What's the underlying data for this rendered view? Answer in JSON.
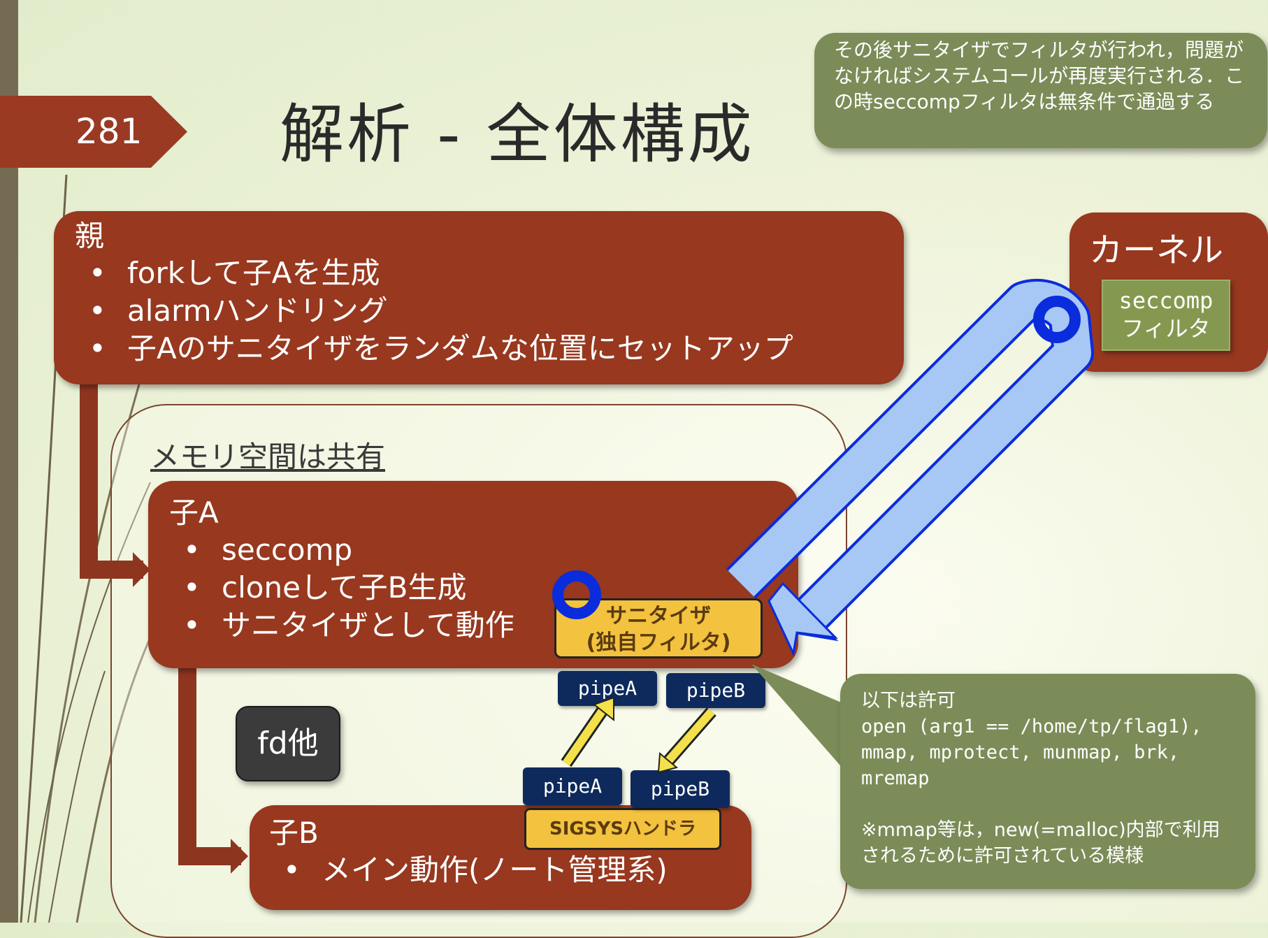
{
  "slide": {
    "number": "281",
    "title": "解析 - 全体構成"
  },
  "callout_top": {
    "text": "その後サニタイザでフィルタが行われ，問題がなければシステムコールが再度実行される．この時seccompフィルタは無条件で通過する"
  },
  "parent": {
    "heading": "親",
    "bullets": [
      "forkして子Aを生成",
      "alarmハンドリング",
      "子Aのサニタイザをランダムな位置にセットアップ"
    ]
  },
  "kernel": {
    "label": "カーネル",
    "filter_line1": "seccomp",
    "filter_line2": "フィルタ"
  },
  "memory_region": {
    "label": "メモリ空間は共有"
  },
  "childA": {
    "heading": "子A",
    "bullets": [
      "seccomp",
      "cloneして子B生成",
      "サニタイザとして動作"
    ]
  },
  "sanitizer": {
    "line1": "サニタイザ",
    "line2": "(独自フィルタ)"
  },
  "pipes": {
    "a_top": "pipeA",
    "b_top": "pipeB",
    "a_bottom": "pipeA",
    "b_bottom": "pipeB"
  },
  "fd_box": {
    "label": "fd他"
  },
  "childB": {
    "heading": "子B",
    "bullets": [
      "メイン動作(ノート管理系)"
    ]
  },
  "sigsys": {
    "label": "SIGSYSハンドラ"
  },
  "callout_bottom": {
    "line1": "以下は許可",
    "line2": "open (arg1 == /home/tp/flag1),",
    "line3": "mmap, mprotect, munmap, brk,",
    "line4": "mremap",
    "note": "※mmap等は，new(=malloc)内部で利用されるために許可されている模様"
  },
  "colors": {
    "rust": "#97381f",
    "olive_callout": "#7b8c58",
    "filter_green": "#84994f",
    "pipe_navy": "#0e2a5c",
    "sanitizer_yellow": "#f3c23e",
    "flow_arrow": "#a7c8f5",
    "flow_outline": "#0a2cdc"
  }
}
